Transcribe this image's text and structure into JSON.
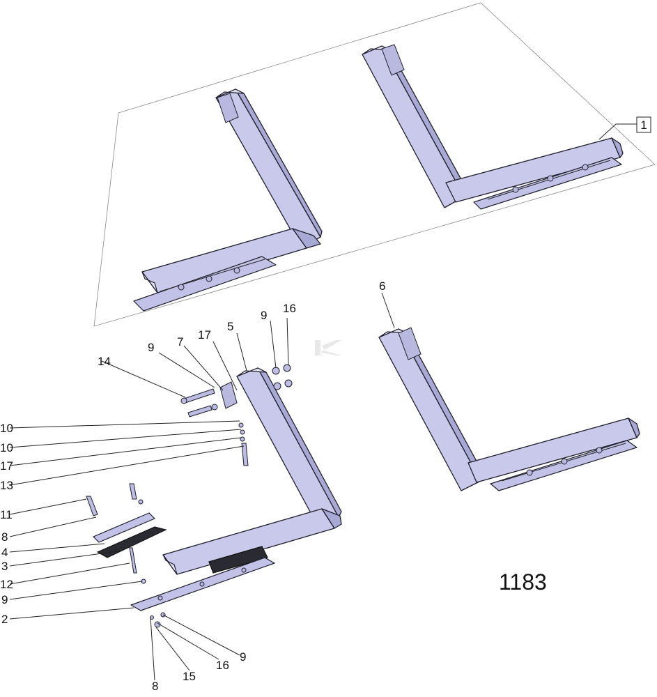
{
  "drawing": {
    "number": "1183",
    "assembly_label": "1"
  },
  "callouts": [
    {
      "id": "c-6",
      "text": "6"
    },
    {
      "id": "c-9a",
      "text": "9"
    },
    {
      "id": "c-16a",
      "text": "16"
    },
    {
      "id": "c-5",
      "text": "5"
    },
    {
      "id": "c-17a",
      "text": "17"
    },
    {
      "id": "c-7",
      "text": "7"
    },
    {
      "id": "c-9b",
      "text": "9"
    },
    {
      "id": "c-14",
      "text": "14"
    },
    {
      "id": "c-10a",
      "text": "10"
    },
    {
      "id": "c-10b",
      "text": "10"
    },
    {
      "id": "c-17b",
      "text": "17"
    },
    {
      "id": "c-13",
      "text": "13"
    },
    {
      "id": "c-11",
      "text": "11"
    },
    {
      "id": "c-8a",
      "text": "8"
    },
    {
      "id": "c-4",
      "text": "4"
    },
    {
      "id": "c-3",
      "text": "3"
    },
    {
      "id": "c-12",
      "text": "12"
    },
    {
      "id": "c-9c",
      "text": "9"
    },
    {
      "id": "c-2",
      "text": "2"
    },
    {
      "id": "c-9d",
      "text": "9"
    },
    {
      "id": "c-16b",
      "text": "16"
    },
    {
      "id": "c-15",
      "text": "15"
    },
    {
      "id": "c-8b",
      "text": "8"
    }
  ]
}
